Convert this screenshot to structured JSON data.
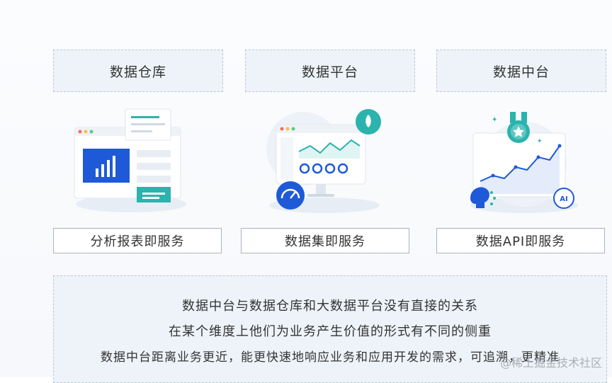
{
  "columns": [
    {
      "top_label": "数据仓库",
      "service_label": "分析报表即服务"
    },
    {
      "top_label": "数据平台",
      "service_label": "数据集即服务"
    },
    {
      "top_label": "数据中台",
      "service_label": "数据API即服务"
    }
  ],
  "illustration2": {
    "rocket_badge": "",
    "gauge": ""
  },
  "illustration3": {
    "ai_label": "AI"
  },
  "summary": {
    "lines": [
      "数据中台与数据仓库和大数据平台没有直接的关系",
      "在某个维度上他们为业务产生价值的形式有不同的侧重",
      "数据中台距离业务更近，能更快速地响应业务和应用开发的需求，可追溯，更精准"
    ]
  },
  "watermark": "@稀土掘金技术社区",
  "colors": {
    "accent_blue": "#1e5ad8",
    "accent_teal": "#2bb3ad",
    "panel_bg": "#eef3f9",
    "dashed_border": "#b9c7d8"
  }
}
